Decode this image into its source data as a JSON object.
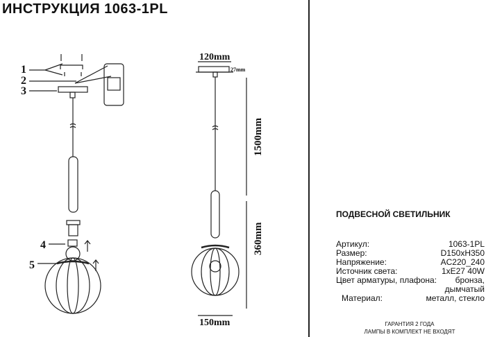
{
  "title": "ИНСТРУКЦИЯ 1063-1PL",
  "drawing": {
    "callouts": [
      "1",
      "2",
      "3",
      "4",
      "5"
    ],
    "dim_canopy": "120mm",
    "dim_canopy_height": "27mm",
    "dim_cable": "1500mm",
    "dim_height": "360mm",
    "dim_diameter": "150mm"
  },
  "specs": {
    "heading": "ПОДВЕСНОЙ СВЕТИЛЬНИК",
    "rows": [
      {
        "label": "Артикул:",
        "value": "1063-1PL"
      },
      {
        "label": "Размер:",
        "value": "D150xH350"
      },
      {
        "label": "Напряжение:",
        "value": "AC220_240"
      },
      {
        "label": "Источник света:",
        "value": "1xE27 40W"
      },
      {
        "label": "Цвет арматуры, плафона:",
        "value": "бронза,"
      },
      {
        "label": "",
        "value": "дымчатый"
      },
      {
        "label": "Материал:",
        "value": "металл, стекло"
      }
    ],
    "warranty": "ГАРАНТИЯ 2 ГОДА",
    "lamps_note": "ЛАМПЫ В КОМПЛЕКТ НЕ ВХОДЯТ"
  }
}
